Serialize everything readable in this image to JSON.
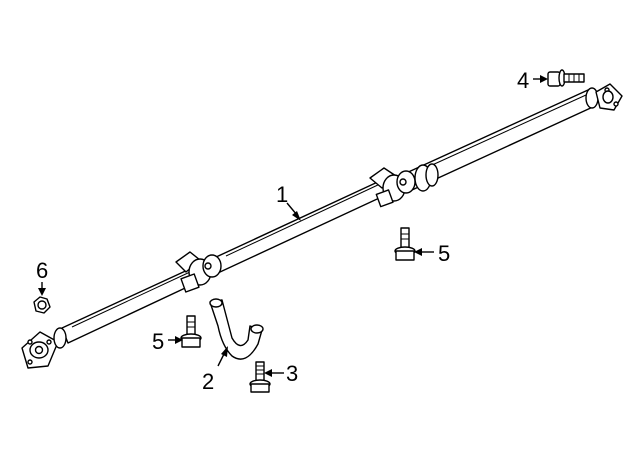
{
  "callouts": [
    {
      "id": "1",
      "label": "1"
    },
    {
      "id": "2",
      "label": "2"
    },
    {
      "id": "3",
      "label": "3"
    },
    {
      "id": "4",
      "label": "4"
    },
    {
      "id": "5a",
      "label": "5"
    },
    {
      "id": "5b",
      "label": "5"
    },
    {
      "id": "6",
      "label": "6"
    }
  ]
}
